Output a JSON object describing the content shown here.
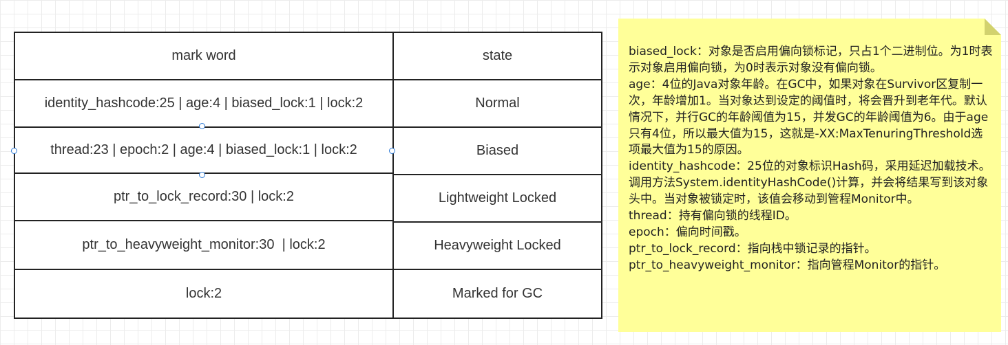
{
  "table": {
    "header": {
      "mark_word": "mark word",
      "state": "state"
    },
    "rows": [
      {
        "mark_word": "identity_hashcode:25 | age:4 | biased_lock:1 | lock:2",
        "state": "Normal"
      },
      {
        "mark_word": "thread:23 | epoch:2 | age:4 | biased_lock:1 | lock:2",
        "state": "Biased"
      },
      {
        "mark_word": "ptr_to_lock_record:30 | lock:2",
        "state": "Lightweight Locked"
      },
      {
        "mark_word": "ptr_to_heavyweight_monitor:30  | lock:2",
        "state": "Heavyweight Locked"
      },
      {
        "mark_word": "lock:2",
        "state": "Marked for GC"
      }
    ]
  },
  "note": {
    "lines": [
      "biased_lock：对象是否启用偏向锁标记，只占1个二进制位。为1时表示对象启用偏向锁，为0时表示对象没有偏向锁。",
      "age：4位的Java对象年龄。在GC中，如果对象在Survivor区复制一次，年龄增加1。当对象达到设定的阈值时，将会晋升到老年代。默认情况下，并行GC的年龄阈值为15，并发GC的年龄阈值为6。由于age只有4位，所以最大值为15，这就是-XX:MaxTenuringThreshold选项最大值为15的原因。",
      "identity_hashcode：25位的对象标识Hash码，采用延迟加载技术。调用方法System.identityHashCode()计算，并会将结果写到该对象头中。当对象被锁定时，该值会移动到管程Monitor中。",
      "thread：持有偏向锁的线程ID。",
      "epoch：偏向时间戳。",
      "ptr_to_lock_record：指向栈中锁记录的指针。",
      "ptr_to_heavyweight_monitor：指向管程Monitor的指针。"
    ]
  },
  "colors": {
    "border": "#222222",
    "text": "#333333",
    "note_bg": "#ffff99",
    "selection_handle": "#2a78d6",
    "grid": "#ececec"
  }
}
